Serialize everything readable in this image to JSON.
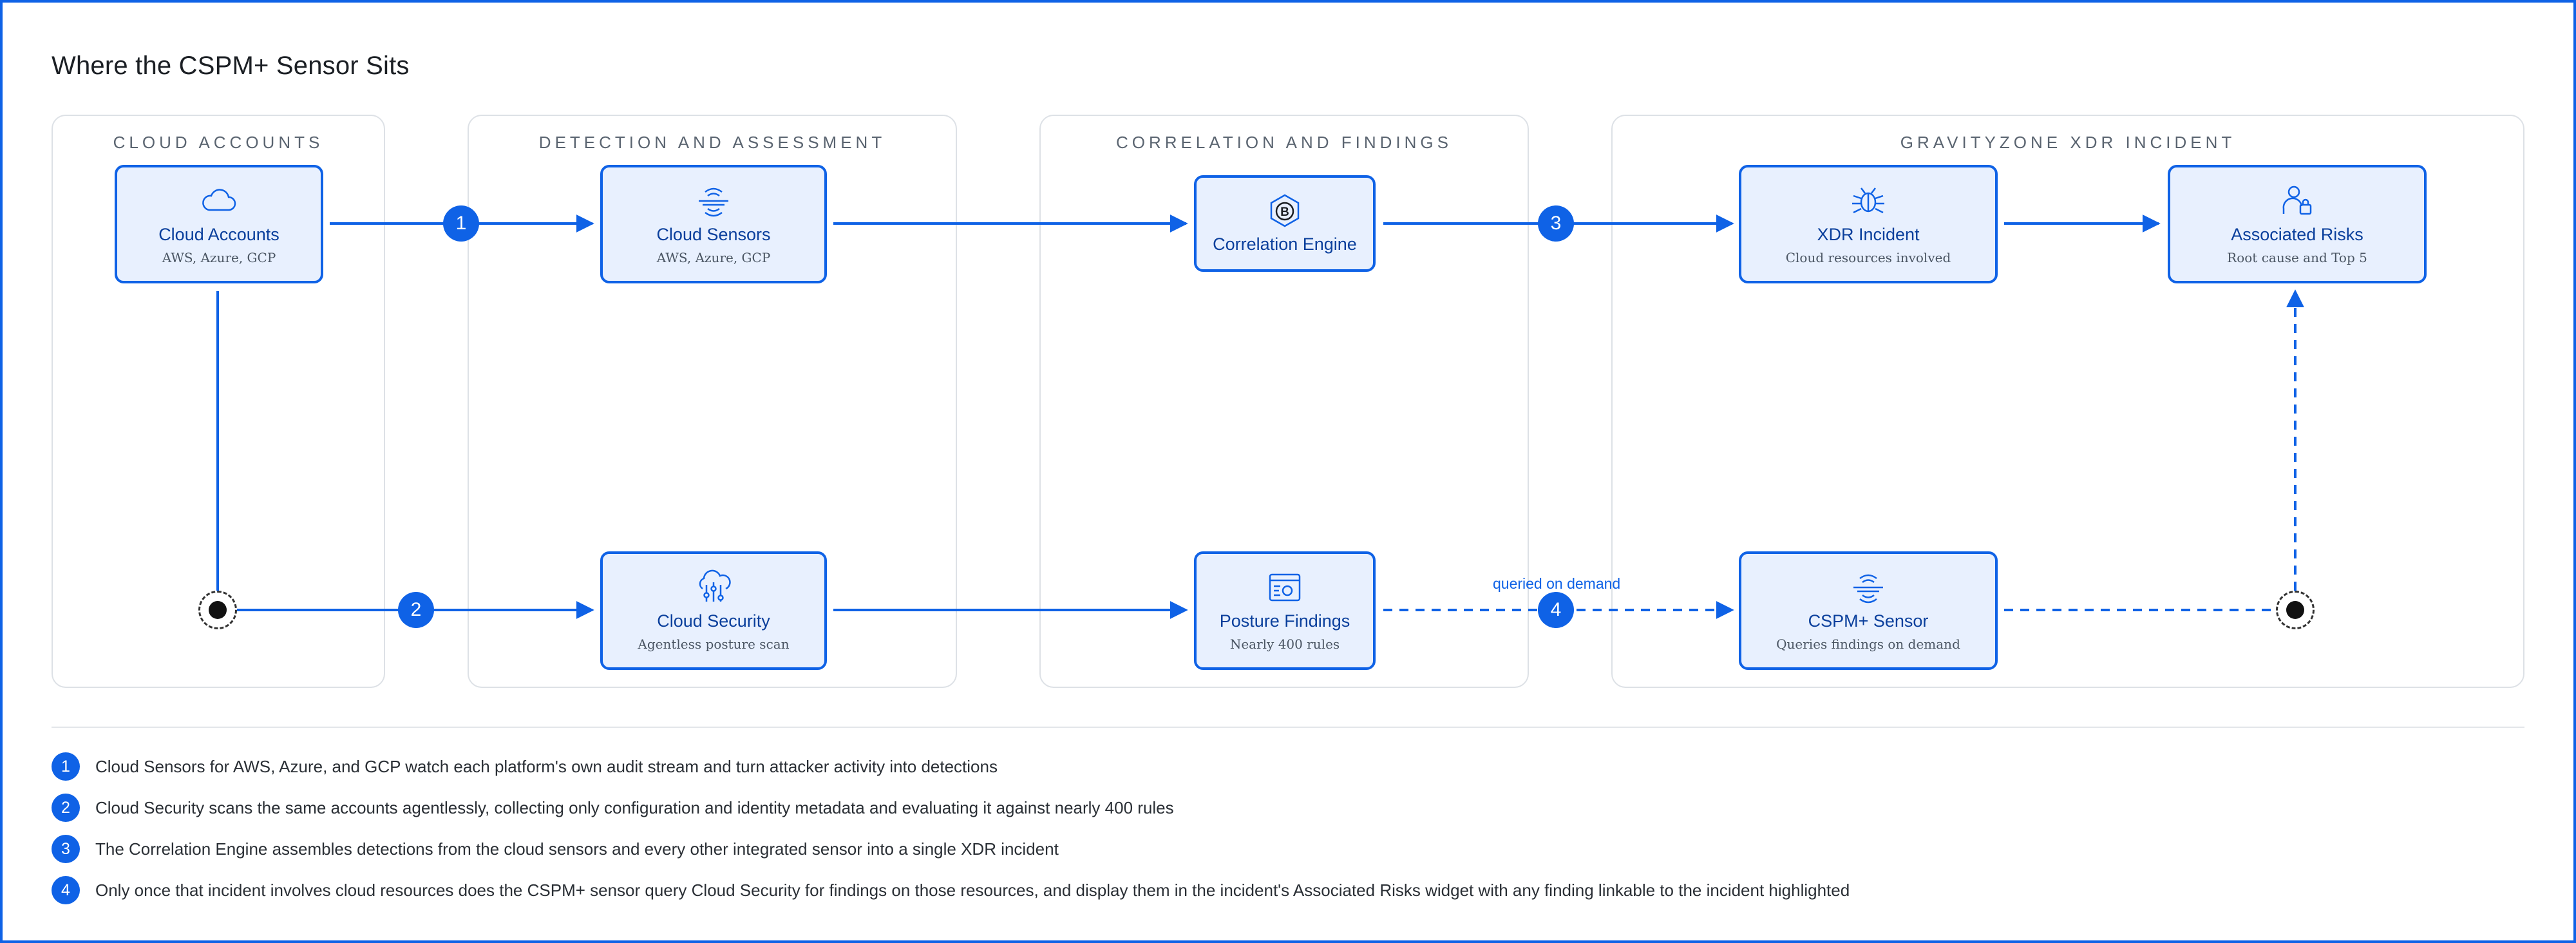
{
  "title": "Where the CSPM+ Sensor Sits",
  "sections": [
    {
      "id": "cloud-accounts",
      "title": "CLOUD ACCOUNTS"
    },
    {
      "id": "detection-assessment",
      "title": "DETECTION AND ASSESSMENT"
    },
    {
      "id": "correlation-findings",
      "title": "CORRELATION AND FINDINGS"
    },
    {
      "id": "gravityzone-xdr-incident",
      "title": "GRAVITYZONE XDR INCIDENT"
    }
  ],
  "nodes": {
    "cloud_accounts": {
      "title": "Cloud Accounts",
      "subtitle": "AWS, Azure, GCP",
      "icon": "cloud-icon"
    },
    "cloud_sensors": {
      "title": "Cloud Sensors",
      "subtitle": "AWS, Azure, GCP",
      "icon": "sensor-icon"
    },
    "cloud_security": {
      "title": "Cloud Security",
      "subtitle": "Agentless posture scan",
      "icon": "cloud-settings-icon"
    },
    "correlation_engine": {
      "title": "Correlation Engine",
      "subtitle": "",
      "icon": "bitdefender-logo-icon"
    },
    "posture_findings": {
      "title": "Posture Findings",
      "subtitle": "Nearly 400 rules",
      "icon": "browser-gear-icon"
    },
    "xdr_incident": {
      "title": "XDR Incident",
      "subtitle": "Cloud resources involved",
      "icon": "bug-icon"
    },
    "associated_risks": {
      "title": "Associated Risks",
      "subtitle": "Root cause and Top 5",
      "icon": "user-risk-icon"
    },
    "cspm_sensor": {
      "title": "CSPM+ Sensor",
      "subtitle": "Queries findings on demand",
      "icon": "sensor-icon"
    }
  },
  "edge_badges": [
    "1",
    "2",
    "3",
    "4"
  ],
  "edge_label": "queried on demand",
  "notes": [
    {
      "num": "1",
      "text": "Cloud Sensors for AWS, Azure, and GCP watch each platform's own audit stream and turn attacker activity into detections"
    },
    {
      "num": "2",
      "text": "Cloud Security scans the same accounts agentlessly, collecting only configuration and identity metadata and evaluating it against nearly 400 rules"
    },
    {
      "num": "3",
      "text": "The Correlation Engine assembles detections from the cloud sensors and every other integrated sensor into a single XDR incident"
    },
    {
      "num": "4",
      "text": "Only once that incident involves cloud resources does the CSPM+ sensor query Cloud Security for findings on those resources, and display them in the incident's Associated Risks widget with any finding linkable to the incident highlighted"
    }
  ],
  "colors": {
    "accent": "#0f62e6",
    "node_fill": "#e8f0fe",
    "section_border": "#dde1e6",
    "node_title": "#0a3f9c"
  }
}
